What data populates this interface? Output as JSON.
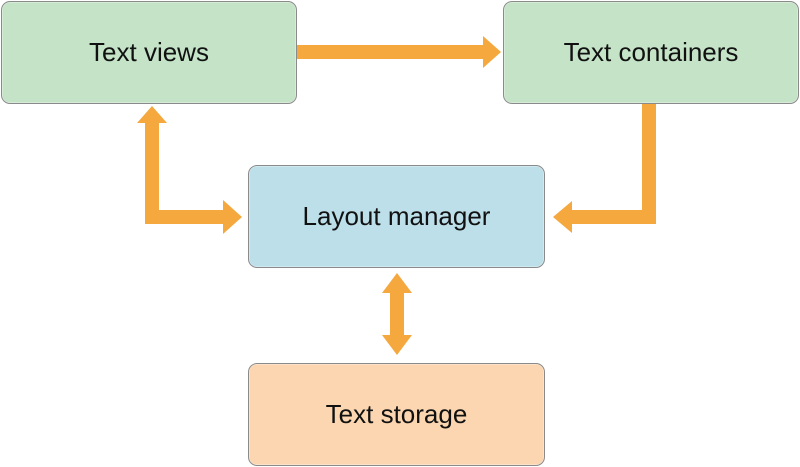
{
  "diagram": {
    "nodes": {
      "text_views": {
        "label": "Text views",
        "fill": "#c4e3c7"
      },
      "text_containers": {
        "label": "Text containers",
        "fill": "#c4e3c7"
      },
      "layout_manager": {
        "label": "Layout manager",
        "fill": "#bcdfea"
      },
      "text_storage": {
        "label": "Text storage",
        "fill": "#fbd6b0"
      }
    },
    "edges": [
      {
        "from": "Text views",
        "to": "Text containers",
        "direction": "one-way"
      },
      {
        "from": "Text containers",
        "to": "Layout manager",
        "direction": "one-way"
      },
      {
        "from": "Text views",
        "to": "Layout manager",
        "direction": "two-way"
      },
      {
        "from": "Layout manager",
        "to": "Text storage",
        "direction": "two-way"
      }
    ],
    "arrow_color": "#f5a83e",
    "border_color": "#8a8a8a"
  }
}
